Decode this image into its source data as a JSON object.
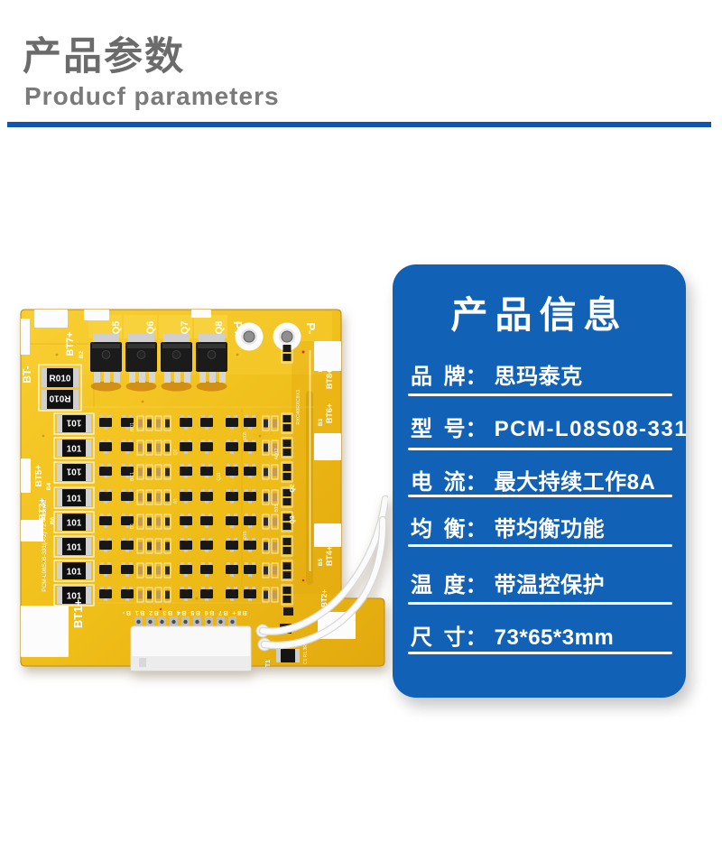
{
  "header": {
    "title_cn": "产品参数",
    "subtitle_en": "Producf parameters"
  },
  "colors": {
    "divider_blue": "#0e56b2",
    "card_blue": "#1161b7",
    "pcb_yellow": "#f2c31f"
  },
  "card": {
    "title": "产品信息",
    "rows": [
      {
        "label": "品 牌：",
        "value": "思玛泰克"
      },
      {
        "label": "型 号：",
        "value": "PCM-L08S08-331"
      },
      {
        "label": "电 流：",
        "value": "最大持续工作8A"
      },
      {
        "label": "均 衡：",
        "value": "带均衡功能"
      },
      {
        "label": "温 度：",
        "value": "带温控保护"
      },
      {
        "label": "尺 寸：",
        "value": "73*65*3mm"
      }
    ]
  },
  "pcb": {
    "mosfet_labels": [
      "Q5",
      "Q6",
      "Q7",
      "Q8"
    ],
    "shunt_label": "R010",
    "resistor_label": "101",
    "top_labels": {
      "pplus": "P+",
      "pminus": "P-"
    },
    "left_labels": {
      "bt7": "BT7+",
      "b2": "B2",
      "btm": "BT-",
      "bt5": "BT5+",
      "b4": "B4",
      "bt3": "BT3+",
      "b6": "B6",
      "bt1": "BT1+"
    },
    "right_labels": {
      "b1": "B1",
      "bt8": "BT8+",
      "b3": "B3",
      "bt6": "BT6+",
      "b5": "B5",
      "bt4": "BT4+",
      "bt2": "BT2+"
    },
    "silk_model": "PCM-L08S08-331(A-2) 72.4*65mm",
    "silk_right": "RXC49RXC9X1",
    "silk_br": "C1 R1.3R.2",
    "pin_row": "B8+ B7 B6 B5 B4 B3 B2 B1 B-",
    "t1": "T1",
    "micro": [
      "BQ1",
      "BC1",
      "D1",
      "Q1",
      "A1",
      "Q11",
      "R05",
      "D15",
      "AQ12",
      "B15"
    ]
  }
}
